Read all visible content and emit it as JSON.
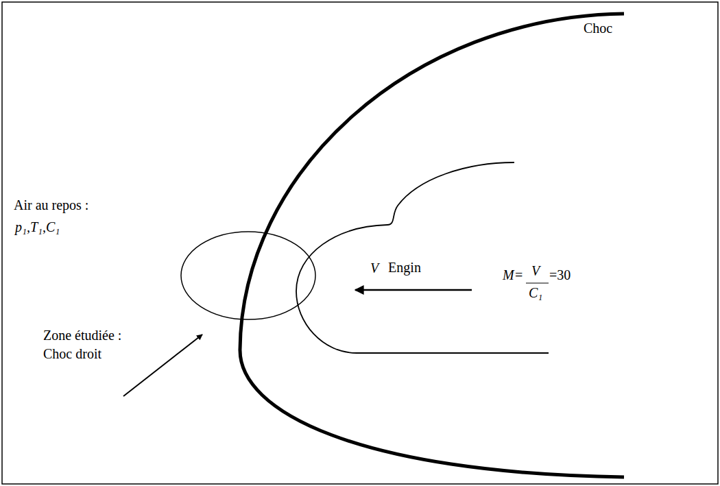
{
  "diagram": {
    "nodes": [
      {
        "text": [
          "Engin"
        ]
      }
    ],
    "labels": [
      "Choc",
      "Air au repos :",
      "p₁,T₁,C₁",
      "V",
      "M=",
      "V",
      "C₁",
      "=30",
      "Zone étudiée :",
      "Choc droit"
    ]
  }
}
